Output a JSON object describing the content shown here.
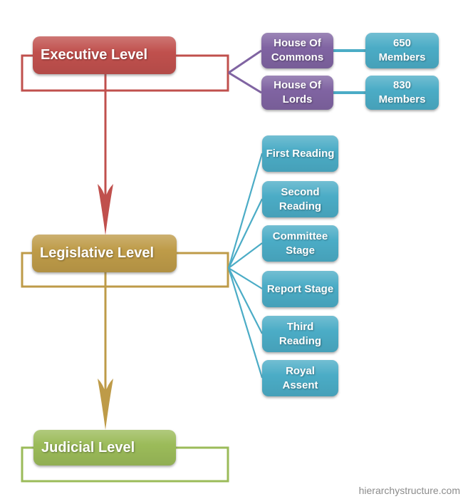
{
  "diagram": {
    "title_implicit": "Government hierarchy structure",
    "levels": [
      {
        "id": "executive",
        "label": "Executive Level",
        "color": "#C0504D"
      },
      {
        "id": "legislative",
        "label": "Legislative Level",
        "color": "#BE9B48"
      },
      {
        "id": "judicial",
        "label": "Judicial Level",
        "color": "#9BBB59"
      }
    ],
    "houses": [
      {
        "name": "House Of\nCommons",
        "members": "650\nMembers"
      },
      {
        "name": "House Of\nLords",
        "members": "830\nMembers"
      }
    ],
    "stages": [
      "First Reading",
      "Second\nReading",
      "Committee\nStage",
      "Report Stage",
      "Third\nReading",
      "Royal\nAssent"
    ],
    "colors": {
      "executive_red": "#C0504D",
      "legislative_gold": "#BE9B48",
      "judicial_green": "#9BBB59",
      "house_purple": "#8064A2",
      "stage_teal": "#4BACC6",
      "watermark_gray": "#8C8C8C"
    },
    "watermark": "hierarchystructure.com"
  }
}
